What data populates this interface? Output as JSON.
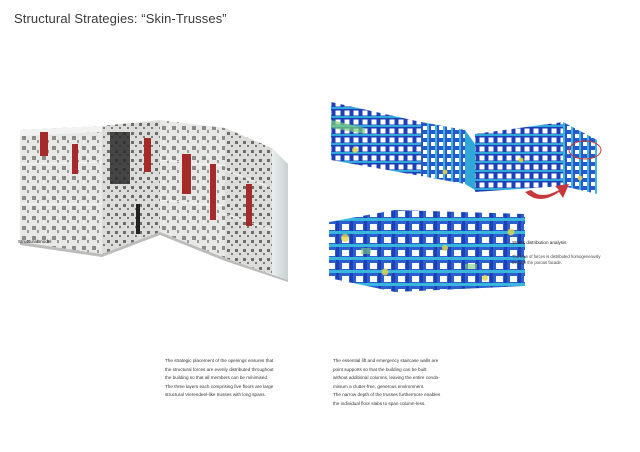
{
  "page": {
    "title": "Structural Strategies: “Skin-Trusses”"
  },
  "figures": {
    "model_caption": "Structural model",
    "stress_caption": "Stress distribution analysis",
    "stress_note_lines": [
      "The flow of forces is distributed homogeneously",
      "through the porous facade."
    ]
  },
  "text": {
    "left_lines": [
      "The strategic placement of the openings ensures that",
      "the structural forces are evenly distributed throughout",
      "the building so that all members can be minimised.",
      "The three layers each comprising five floors are large",
      "structural Vierendeel-like trusses with long spans."
    ],
    "right_lines": [
      "The essential lift and emergency staircase walls are",
      "point supports so that the building can be built",
      "without additional columns, leaving the entire condo-",
      "minium a clutter-free, generous environment.",
      "The narrow depth of the trusses furthermore enables",
      "the individual floor slabs to span column-less."
    ]
  },
  "colors": {
    "stress_low": "#1d3fb8",
    "stress_mid": "#2fa8d8",
    "stress_high": "#e7d64a",
    "accent_red": "#a62a2a"
  }
}
